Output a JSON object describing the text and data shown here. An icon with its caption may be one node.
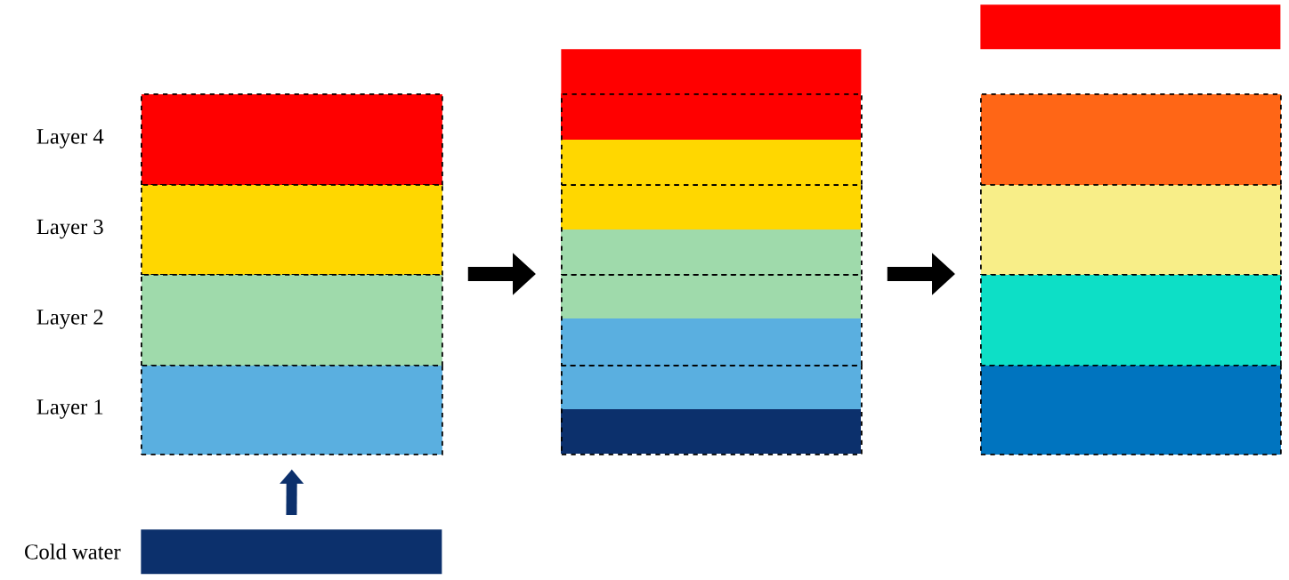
{
  "diagram": {
    "nodes": [
      {
        "text": [],
        "shape": "box",
        "beside": [
          "Layer 4"
        ]
      },
      {
        "text": [],
        "shape": "box",
        "beside": [
          "Layer 3"
        ]
      },
      {
        "text": [],
        "shape": "box",
        "beside": [
          "Layer 2"
        ]
      },
      {
        "text": [],
        "shape": "box",
        "beside": [
          "Layer 1"
        ]
      },
      {
        "text": [],
        "shape": "bar",
        "beside": [
          "Cold water"
        ]
      },
      {
        "text": [],
        "shape": "bar"
      },
      {
        "text": [],
        "shape": "box"
      },
      {
        "text": [],
        "shape": "box"
      },
      {
        "text": [],
        "shape": "box"
      },
      {
        "text": [],
        "shape": "box"
      },
      {
        "text": [],
        "shape": "bar"
      },
      {
        "text": [],
        "shape": "box"
      },
      {
        "text": [],
        "shape": "box"
      },
      {
        "text": [],
        "shape": "box"
      },
      {
        "text": [],
        "shape": "box"
      }
    ],
    "edges": [
      {
        "from": 4,
        "to": 3,
        "arrow": "to",
        "color": "#0c306c"
      },
      {
        "from": 2,
        "to": 8,
        "arrow": "to"
      },
      {
        "from": 8,
        "to": 13,
        "arrow": "to"
      }
    ]
  }
}
